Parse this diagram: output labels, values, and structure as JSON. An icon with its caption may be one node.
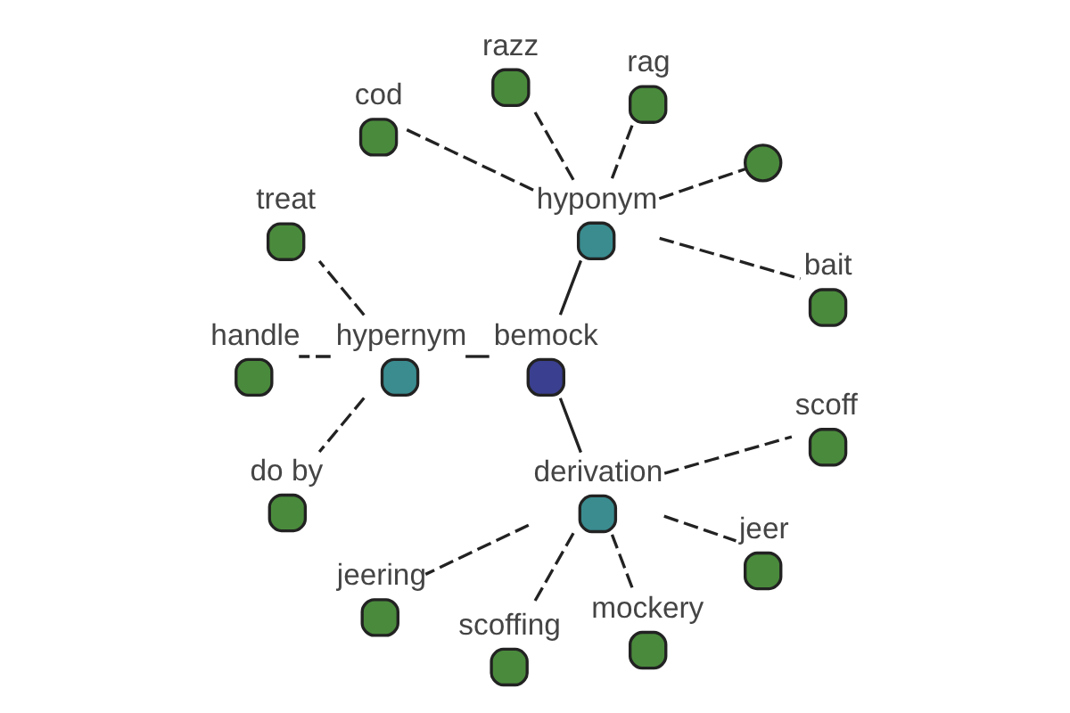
{
  "diagram": {
    "nodes": [
      {
        "text": [
          "bemock"
        ]
      },
      {
        "text": [
          "hyponym"
        ]
      },
      {
        "text": [
          "hypernym"
        ]
      },
      {
        "text": [
          "derivation"
        ]
      },
      {
        "text": [
          "bait"
        ]
      },
      {
        "text": [],
        "shape": "circle"
      },
      {
        "text": [
          "rag"
        ]
      },
      {
        "text": [
          "razz"
        ]
      },
      {
        "text": [
          "cod"
        ]
      },
      {
        "text": [
          "treat"
        ]
      },
      {
        "text": [
          "handle"
        ]
      },
      {
        "text": [
          "do by"
        ]
      },
      {
        "text": [
          "jeering"
        ]
      },
      {
        "text": [
          "scoffing"
        ]
      },
      {
        "text": [
          "mockery"
        ]
      },
      {
        "text": [
          "jeer"
        ]
      },
      {
        "text": [
          "scoff"
        ]
      }
    ],
    "edges": [
      {
        "from": 0,
        "to": 1,
        "arrow": "none"
      },
      {
        "from": 0,
        "to": 2,
        "arrow": "none"
      },
      {
        "from": 0,
        "to": 3,
        "arrow": "none"
      },
      {
        "from": 1,
        "to": 4,
        "arrow": "none",
        "style": "dashed"
      },
      {
        "from": 1,
        "to": 5,
        "arrow": "none",
        "style": "dashed"
      },
      {
        "from": 1,
        "to": 6,
        "arrow": "none",
        "style": "dashed"
      },
      {
        "from": 1,
        "to": 7,
        "arrow": "none",
        "style": "dashed"
      },
      {
        "from": 1,
        "to": 8,
        "arrow": "none",
        "style": "dashed"
      },
      {
        "from": 2,
        "to": 9,
        "arrow": "none",
        "style": "dashed"
      },
      {
        "from": 2,
        "to": 10,
        "arrow": "none",
        "style": "dashed"
      },
      {
        "from": 2,
        "to": 11,
        "arrow": "none",
        "style": "dashed"
      },
      {
        "from": 3,
        "to": 12,
        "arrow": "none",
        "style": "dashed"
      },
      {
        "from": 3,
        "to": 13,
        "arrow": "none",
        "style": "dashed"
      },
      {
        "from": 3,
        "to": 14,
        "arrow": "none",
        "style": "dashed"
      },
      {
        "from": 3,
        "to": 15,
        "arrow": "none",
        "style": "dashed"
      },
      {
        "from": 3,
        "to": 16,
        "arrow": "none",
        "style": "dashed"
      }
    ]
  }
}
